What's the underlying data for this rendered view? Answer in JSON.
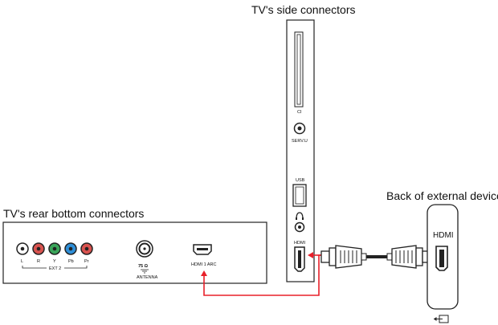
{
  "labels": {
    "side_connectors_title": "TV's side connectors",
    "rear_connectors_title": "TV's rear bottom connectors",
    "external_device_title": "Back of external device"
  },
  "rear_panel": {
    "jacks": [
      {
        "label": "L",
        "color": "#ffffff"
      },
      {
        "label": "R",
        "color": "#d9534f"
      },
      {
        "label": "Y",
        "color": "#3aa55a"
      },
      {
        "label": "Pb",
        "color": "#2f8fd8"
      },
      {
        "label": "Pr",
        "color": "#d9534f"
      }
    ],
    "ext_label": "EXT 2",
    "antenna_ohm": "75 Ω",
    "antenna_label": "ANTENNA",
    "hdmi_label": "HDMI 1 ARC"
  },
  "side_panel": {
    "ci_label": "CI",
    "serv_label": "SERV.U",
    "usb_label": "USB",
    "hdmi_label": "HDMI"
  },
  "external_device": {
    "hdmi_label": "HDMI",
    "input_icon": "input-source-icon"
  },
  "colors": {
    "cable_red": "#e8202a",
    "outline": "#222222"
  }
}
